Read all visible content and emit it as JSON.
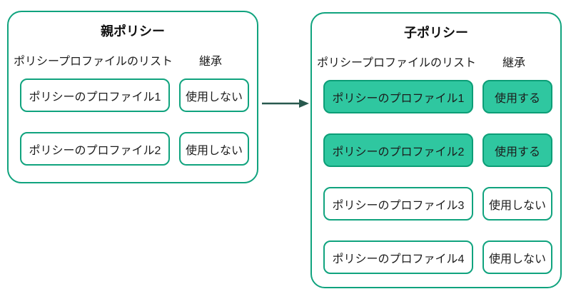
{
  "theme": {
    "accent": "#10a37e",
    "active-fill": "#2fc7a0",
    "active-border": "#0c9e77",
    "arrow": "#28594e",
    "text": "#1c1c1c"
  },
  "panels": [
    {
      "id": "parent-policy",
      "title": "親ポリシー",
      "list_label": "ポリシープロファイルのリスト",
      "inherit_label": "継承",
      "rows": [
        {
          "profile": "ポリシーのプロファイル1",
          "inherit": "使用しない",
          "active": false
        },
        {
          "profile": "ポリシーのプロファイル2",
          "inherit": "使用しない",
          "active": false
        }
      ]
    },
    {
      "id": "child-policy",
      "title": "子ポリシー",
      "list_label": "ポリシープロファイルのリスト",
      "inherit_label": "継承",
      "rows": [
        {
          "profile": "ポリシーのプロファイル1",
          "inherit": "使用する",
          "active": true
        },
        {
          "profile": "ポリシーのプロファイル2",
          "inherit": "使用する",
          "active": true
        },
        {
          "profile": "ポリシーのプロファイル3",
          "inherit": "使用しない",
          "active": false
        },
        {
          "profile": "ポリシーのプロファイル4",
          "inherit": "使用しない",
          "active": false
        }
      ]
    }
  ]
}
